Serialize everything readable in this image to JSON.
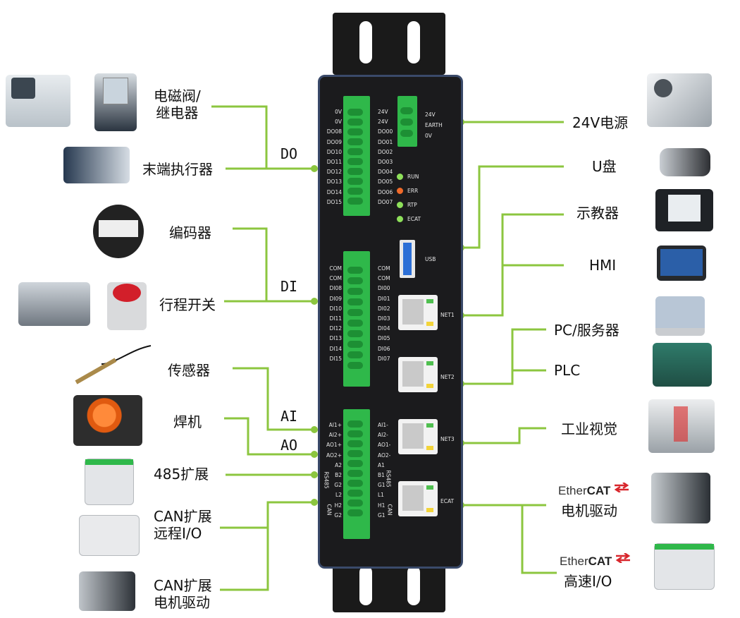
{
  "left_labels": {
    "solenoid_relay": [
      "电磁阀/",
      "继电器"
    ],
    "end_effector": "末端执行器",
    "encoder": "编码器",
    "limit_switch": "行程开关",
    "sensor": "传感器",
    "welder": "焊机",
    "ext485": "485扩展",
    "can_remote_io": [
      "CAN扩展",
      "远程I/O"
    ],
    "can_motor": [
      "CAN扩展",
      "电机驱动"
    ]
  },
  "bus_labels": {
    "do": "DO",
    "di": "DI",
    "ai": "AI",
    "ao": "AO"
  },
  "right_labels": {
    "power": "24V电源",
    "usb": "U盘",
    "teach": "示教器",
    "hmi": "HMI",
    "pc": "PC/服务器",
    "plc": "PLC",
    "vision": "工业视觉",
    "ec_logo_a": "Ether",
    "ec_logo_b": "CAT",
    "ec_motor": "电机驱动",
    "ec_io": "高速I/O"
  },
  "device": {
    "do_left": [
      "0V",
      "0V",
      "DO08",
      "DO09",
      "DO10",
      "DO11",
      "DO12",
      "DO13",
      "DO14",
      "DO15"
    ],
    "do_right": [
      "24V",
      "24V",
      "DO00",
      "DO01",
      "DO02",
      "DO03",
      "DO04",
      "DO05",
      "DO06",
      "DO07"
    ],
    "di_left": [
      "COM",
      "COM",
      "DI08",
      "DI09",
      "DI10",
      "DI11",
      "DI12",
      "DI13",
      "DI14",
      "DI15"
    ],
    "di_right": [
      "COM",
      "COM",
      "DI00",
      "DI01",
      "DI02",
      "DI03",
      "DI04",
      "DI05",
      "DI06",
      "DI07"
    ],
    "a_left": [
      "AI1+",
      "AI2+",
      "AO1+",
      "AO2+",
      "A2",
      "B2",
      "G2",
      "L2",
      "H2",
      "G2"
    ],
    "a_right": [
      "AI1-",
      "AI2-",
      "AO1-",
      "AO2-",
      "A1",
      "B1",
      "G1",
      "L1",
      "H1",
      "G1"
    ],
    "rs485": "RS485",
    "can": "CAN",
    "power_pins": [
      "24V",
      "EARTH",
      "0V"
    ],
    "leds": [
      {
        "label": "RUN",
        "color": "#8ee05a"
      },
      {
        "label": "ERR",
        "color": "#f06a2a"
      },
      {
        "label": "RTP",
        "color": "#8ee05a"
      },
      {
        "label": "ECAT",
        "color": "#8ee05a"
      }
    ],
    "usb": "USB",
    "ports": [
      "NET1",
      "NET2",
      "NET3",
      "ECAT"
    ]
  },
  "colors": {
    "line": "#8cc63f",
    "device_body": "#1b1b1d",
    "terminal": "#2fb84a"
  }
}
